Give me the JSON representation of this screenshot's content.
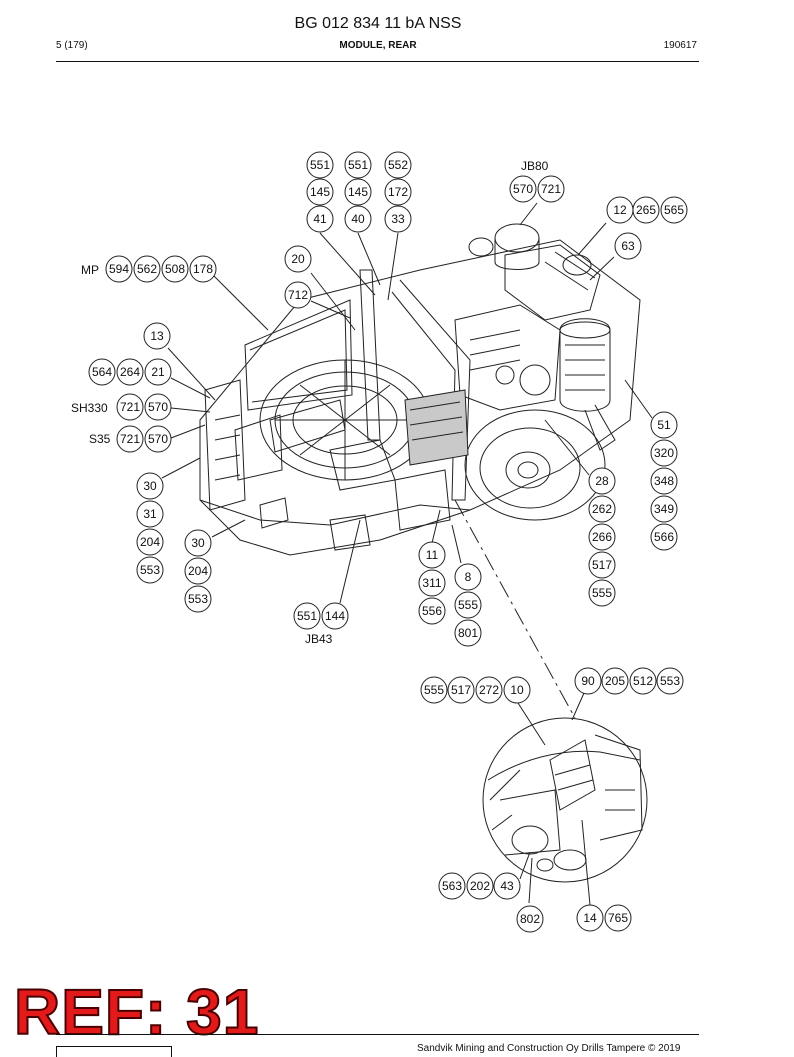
{
  "header": {
    "doc_number": "BG 012 834 11 bA NSS",
    "page": "5 (179)",
    "section_title": "MODULE, REAR",
    "date": "190617"
  },
  "drawing": {
    "labels": {
      "jb80": "JB80",
      "mp": "MP",
      "sh330": "SH330",
      "s35": "S35",
      "jb43": "JB43"
    },
    "balloons": [
      "551",
      "551",
      "552",
      "145",
      "145",
      "172",
      "41",
      "40",
      "33",
      "570",
      "721",
      "12",
      "265",
      "565",
      "63",
      "20",
      "594",
      "562",
      "508",
      "178",
      "712",
      "13",
      "564",
      "264",
      "21",
      "721",
      "570",
      "721",
      "570",
      "51",
      "320",
      "348",
      "349",
      "566",
      "28",
      "262",
      "266",
      "517",
      "555",
      "30",
      "31",
      "204",
      "553",
      "30",
      "204",
      "553",
      "11",
      "311",
      "556",
      "8",
      "555",
      "801",
      "551",
      "144",
      "90",
      "205",
      "512",
      "553",
      "555",
      "517",
      "272",
      "10",
      "563",
      "202",
      "43",
      "802",
      "14",
      "765"
    ]
  },
  "stamp": {
    "text": "REF: 31"
  },
  "footer": {
    "copyright": "Sandvik Mining and Construction Oy Drills Tampere © 2019"
  }
}
